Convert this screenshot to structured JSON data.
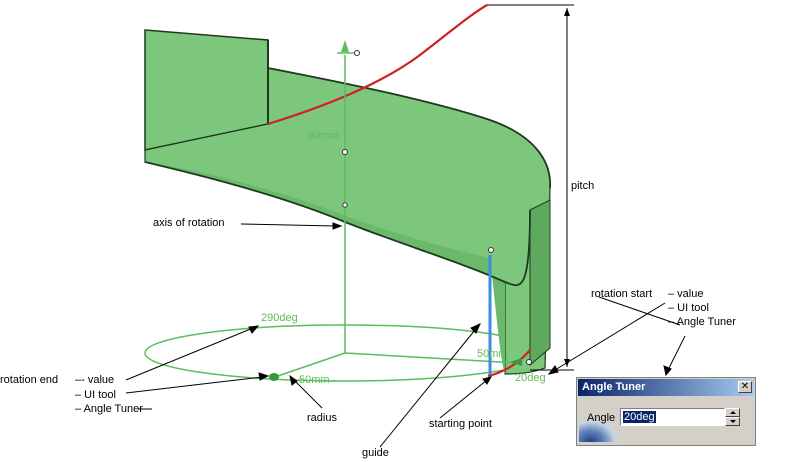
{
  "dimension_labels": {
    "height": "80mm",
    "start_angle": "290deg",
    "radius_near": "50mm",
    "radius_far": "50mm",
    "end_angle": "20deg"
  },
  "annotations": {
    "axis_of_rotation": "axis of rotation",
    "pitch": "pitch",
    "rotation_start": "rotation start",
    "rotation_start_value": "– value",
    "rotation_start_tool": "– UI tool",
    "rotation_start_tuner": "– Angle Tuner",
    "rotation_end": "rotation end",
    "rotation_end_value": "–- value",
    "rotation_end_tool": "– UI tool",
    "rotation_end_tuner": "– Angle Tuner",
    "radius": "radius",
    "guide": "guide",
    "starting_point": "starting point"
  },
  "dialog": {
    "title": "Angle Tuner",
    "close_glyph": "✕",
    "field_label": "Angle",
    "field_value": "20deg"
  },
  "colors": {
    "surface_fill": "#7dc77d",
    "surface_edge": "#1e3a1e",
    "helix": "#d02020",
    "guide": "#3a8fd8",
    "manipulator": "#5bbd5b"
  },
  "icons": {
    "axis_end": "axis-arrow-icon",
    "angle_handle": "angle-handle-icon"
  }
}
